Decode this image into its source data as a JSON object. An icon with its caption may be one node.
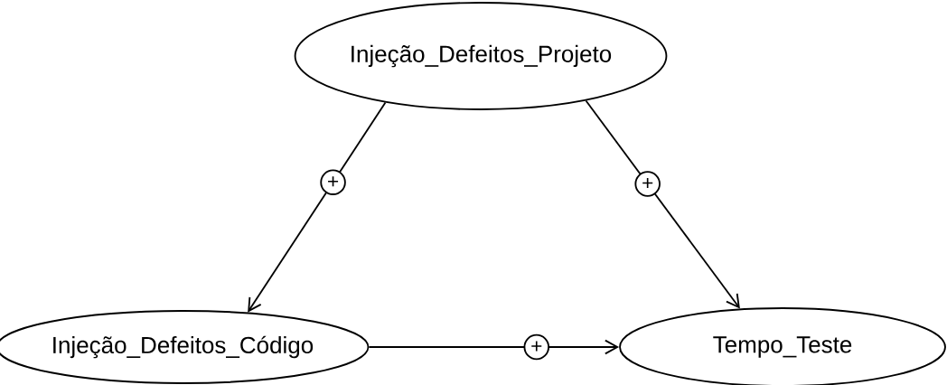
{
  "diagram": {
    "nodes": [
      {
        "text": [
          "Injeção_Defeitos_Projeto"
        ]
      },
      {
        "text": [
          "Injeção_Defeitos_Código"
        ]
      },
      {
        "text": [
          "Tempo_Teste"
        ]
      }
    ],
    "edges": [
      {
        "from": 0,
        "to": 1,
        "arrow": "to",
        "label": "+"
      },
      {
        "from": 0,
        "to": 2,
        "arrow": "to",
        "label": "+"
      },
      {
        "from": 1,
        "to": 2,
        "arrow": "to",
        "label": "+"
      }
    ]
  }
}
